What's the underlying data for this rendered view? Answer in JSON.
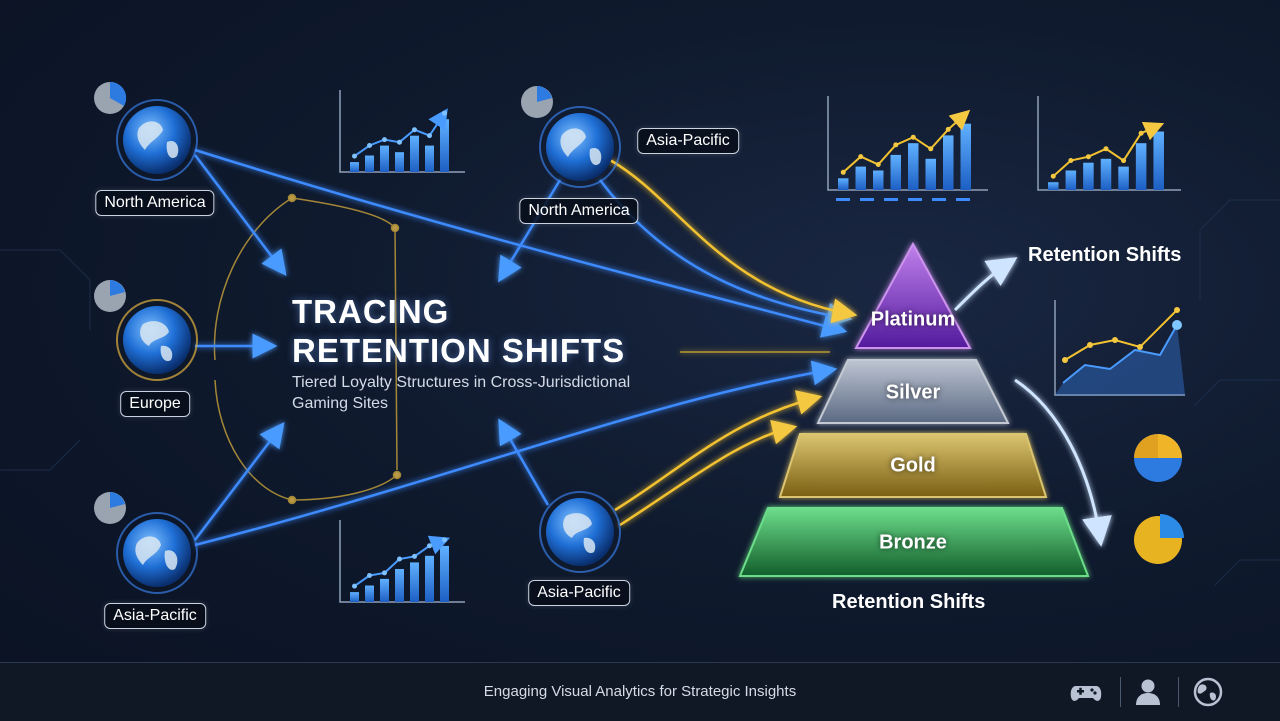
{
  "title": {
    "line1": "TRACING",
    "line2": "RETENTION SHIFTS"
  },
  "subtitle": "Tiered Loyalty Structures in Cross-Jurisdictional Gaming Sites",
  "regions": [
    {
      "label": "North America",
      "icon": "globe-icon"
    },
    {
      "label": "Europe",
      "icon": "globe-icon"
    },
    {
      "label": "Asia-Pacific",
      "icon": "globe-icon"
    },
    {
      "label": "North America",
      "icon": "globe-icon"
    },
    {
      "label": "Asia-Pacific",
      "icon": "globe-icon"
    },
    {
      "label": "Asia-Pacific",
      "icon": "globe-icon"
    }
  ],
  "tiers": [
    {
      "label": "Platinum",
      "color": "#a64dff"
    },
    {
      "label": "Silver",
      "color": "#b9c4d6"
    },
    {
      "label": "Gold",
      "color": "#e0b52c"
    },
    {
      "label": "Bronze",
      "color": "#3fc25a"
    }
  ],
  "side_labels": {
    "top": "Retention Shifts",
    "bottom": "Retention Shifts"
  },
  "footer": {
    "text": "Engaging Visual Analytics for Strategic Insights",
    "icons": [
      "gamepad-icon",
      "user-icon",
      "globe-icon"
    ]
  },
  "colors": {
    "flow_blue": "#3d8bff",
    "flow_gold": "#f2c230",
    "background": "#0f1a2e"
  }
}
